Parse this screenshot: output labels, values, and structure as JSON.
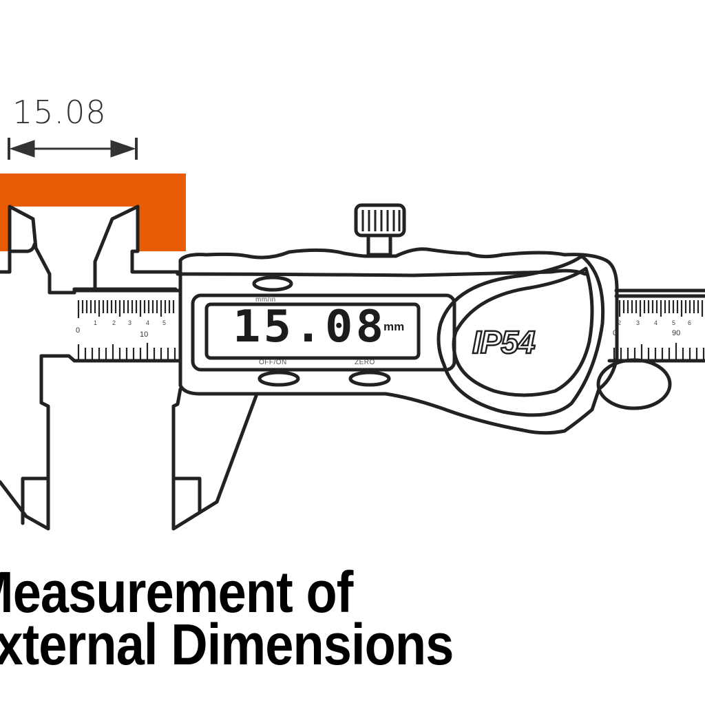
{
  "diagram": {
    "dimension_label": "15.08",
    "workpiece_color": "#E85D04",
    "line_color": "#222222"
  },
  "caliper": {
    "display": {
      "reading": "15.08",
      "unit": "mm",
      "mode_label": "mm/in",
      "button_left_label": "OFF/ON",
      "button_right_label": "ZERO"
    },
    "badge": "IP54",
    "main_scale": {
      "left_upper_ticks": [
        "1",
        "2",
        "3",
        "4",
        "5"
      ],
      "left_lower_ticks": [
        "0",
        "10"
      ],
      "right_upper_ticks": [
        "2",
        "3",
        "4",
        "5",
        "6"
      ],
      "right_lower_ticks": [
        "0",
        "90"
      ]
    }
  },
  "caption": {
    "line1": "Measurement of",
    "line2": "External Dimensions"
  }
}
